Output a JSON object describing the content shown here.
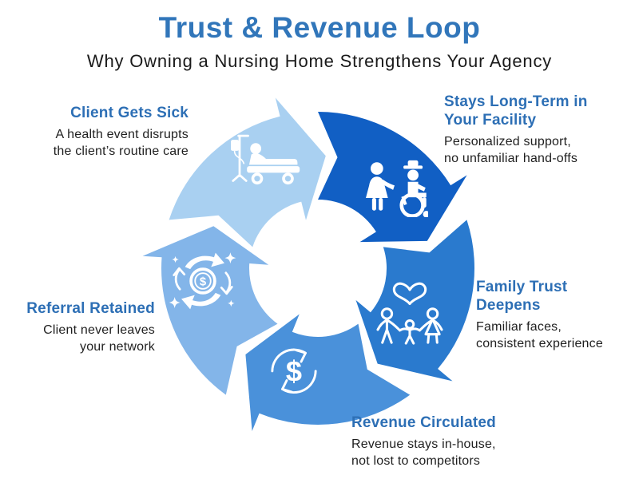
{
  "title": "Trust & Revenue Loop",
  "subtitle": "Why Owning a Nursing Home Strengthens Your Agency",
  "colors": {
    "background": "#FFFFFF",
    "title_text": "#3176BA",
    "heading_text": "#2D6FB5",
    "body_text": "#1F1F1F",
    "icon": "#FFFFFF"
  },
  "loop": {
    "direction": "clockwise",
    "segments": [
      {
        "id": "client-gets-sick",
        "label": "Client Gets Sick",
        "description": "A health event disrupts the client’s routine care",
        "color": "#A9D0F1",
        "icon": "hospital-bed-icon"
      },
      {
        "id": "stays-long-term",
        "label": "Stays Long-Term in Your Facility",
        "description": "Personalized support, no unfamiliar hand-offs",
        "color": "#115FC4",
        "icon": "caregiver-wheelchair-icon"
      },
      {
        "id": "family-trust",
        "label": "Family Trust Deepens",
        "description": "Familiar faces, consistent experience",
        "color": "#2A7ACE",
        "icon": "family-heart-icon"
      },
      {
        "id": "revenue-circulated",
        "label": "Revenue Circulated",
        "description": "Revenue stays in-house, not lost to competitors",
        "color": "#4A91DA",
        "icon": "dollar-cycle-icon"
      },
      {
        "id": "referral-retained",
        "label": "Referral Retained",
        "description": "Client never leaves your network",
        "color": "#83B5E9",
        "icon": "coin-flow-icon"
      }
    ]
  },
  "callouts": {
    "client": {
      "heading": "Client Gets Sick",
      "line1": "A health event disrupts",
      "line2": "the client’s routine care"
    },
    "stays": {
      "heading1": "Stays Long-Term in",
      "heading2": "Your Facility",
      "line1": "Personalized support,",
      "line2": "no unfamiliar hand-offs"
    },
    "family": {
      "heading1": "Family Trust",
      "heading2": "Deepens",
      "line1": "Familiar faces,",
      "line2": "consistent experience"
    },
    "revenue": {
      "heading": "Revenue Circulated",
      "line1": "Revenue stays in-house,",
      "line2": "not lost to competitors"
    },
    "referral": {
      "heading": "Referral Retained",
      "line1": "Client never leaves",
      "line2": "your network"
    }
  }
}
